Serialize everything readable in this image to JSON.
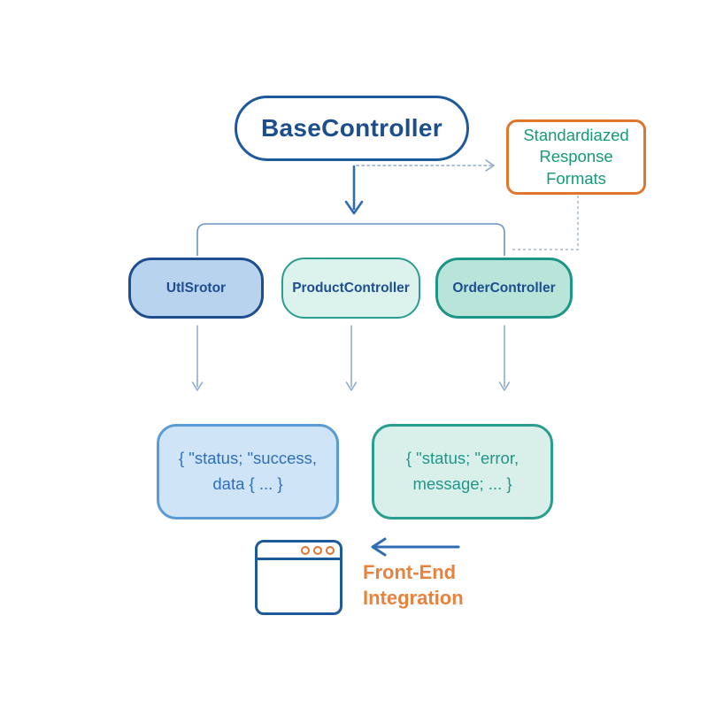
{
  "diagram": {
    "hierarchy": {
      "root": {
        "label": "BaseController"
      },
      "children": [
        {
          "label": "UtlSrotor"
        },
        {
          "label": "ProductController"
        },
        {
          "label": "OrderController"
        }
      ]
    },
    "annotation_box": {
      "label": "Standardiazed Response Formats"
    },
    "responses": [
      {
        "line1": "{ \"status; \"success,",
        "line2": "data { ... }"
      },
      {
        "line1": "{ \"status; \"error,",
        "line2": "message; ... }"
      }
    ],
    "front_end": {
      "label": "Front-End Integration"
    },
    "icons": {
      "browser_window": "browser-window-icon"
    },
    "colors": {
      "primary_blue": "#1d5a9b",
      "text_blue": "#1c4e8f",
      "user_fill": "#b7d3ee",
      "product_fill": "#dcf2ed",
      "order_fill": "#b8e4d9",
      "teal_border": "#2a9d8f",
      "orange": "#e0752c",
      "green_text": "#179a77",
      "json_success_fill": "#cfe4f7",
      "json_success_border": "#5b9bd5",
      "json_success_text": "#2d6fb8",
      "json_error_fill": "#d9f0ea",
      "json_error_text": "#21958a",
      "arrow_blue": "#2e6db4",
      "thin_arrow": "#8aa9cf",
      "dashed_connector": "#a3b8cb"
    }
  }
}
